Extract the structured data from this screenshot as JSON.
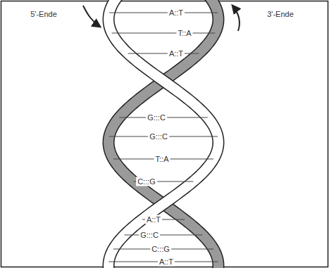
{
  "diagram": {
    "labels": [
      "5'-Ende",
      "3'-Ende",
      "A::T",
      "T::A",
      "A::T",
      "G:::C",
      "G:::C",
      "T::A",
      "C:::G",
      "A::T",
      "G:::C",
      "C:::G",
      "A::T"
    ]
  }
}
